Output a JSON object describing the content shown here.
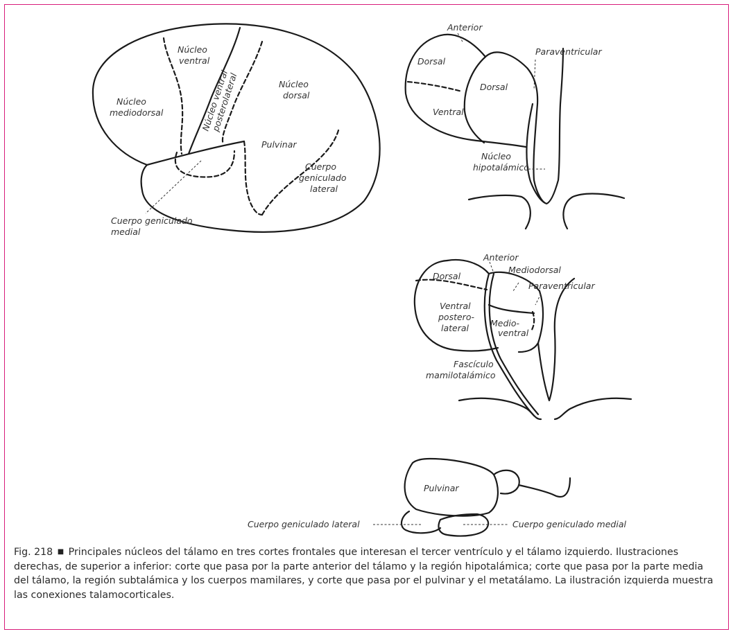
{
  "colors": {
    "frame": "#d81b7a",
    "line": "#1a1a1a",
    "label": "#333333"
  },
  "left_section": {
    "labels": {
      "nucleo_ventral": [
        "Núcleo",
        "ventral"
      ],
      "nucleo_ventral_posterolateral": [
        "Núcleo ventral",
        "posterolateral"
      ],
      "nucleo_dorsal": [
        "Núcleo",
        "dorsal"
      ],
      "nucleo_mediodorsal": [
        "Núcleo",
        "mediodorsal"
      ],
      "pulvinar": "Pulvinar",
      "cuerpo_geniculado_lateral": [
        "Cuerpo",
        "geniculado",
        "lateral"
      ],
      "cuerpo_geniculado_medial": [
        "Cuerpo geniculado",
        "medial"
      ]
    }
  },
  "section_1": {
    "labels": {
      "anterior": "Anterior",
      "paraventricular": "Paraventricular",
      "dorsal_left": "Dorsal",
      "dorsal_right": "Dorsal",
      "ventral": "Ventral",
      "nucleo_hipotalamico": [
        "Núcleo",
        "hipotalámico"
      ]
    }
  },
  "section_2": {
    "labels": {
      "anterior": "Anterior",
      "mediodorsal": "Mediodorsal",
      "dorsal": "Dorsal",
      "paraventricular": "Paraventricular",
      "ventral_posterolateral": [
        "Ventral",
        "postero-",
        "lateral"
      ],
      "medioventral": [
        "Medio-",
        "ventral"
      ],
      "fasciculo_mamilotalamico": [
        "Fascículo",
        "mamilotalámico"
      ]
    }
  },
  "section_3": {
    "labels": {
      "pulvinar": "Pulvinar",
      "cuerpo_geniculado_lateral": "Cuerpo geniculado lateral",
      "cuerpo_geniculado_medial": "Cuerpo geniculado medial"
    }
  },
  "caption": {
    "figure": "Fig. 218",
    "separator": "■",
    "text": "Principales núcleos del tálamo en tres cortes frontales que interesan el tercer ventrículo y el tálamo izquierdo. Ilustraciones derechas, de superior a inferior: corte que pasa por la parte anterior del tálamo y la región hipotalámica; corte que pasa por la parte media del tálamo, la región subtalámica y los cuerpos mamilares, y corte que pasa por el pulvinar y el metatálamo. La ilustración izquierda muestra las conexiones talamocorticales."
  }
}
